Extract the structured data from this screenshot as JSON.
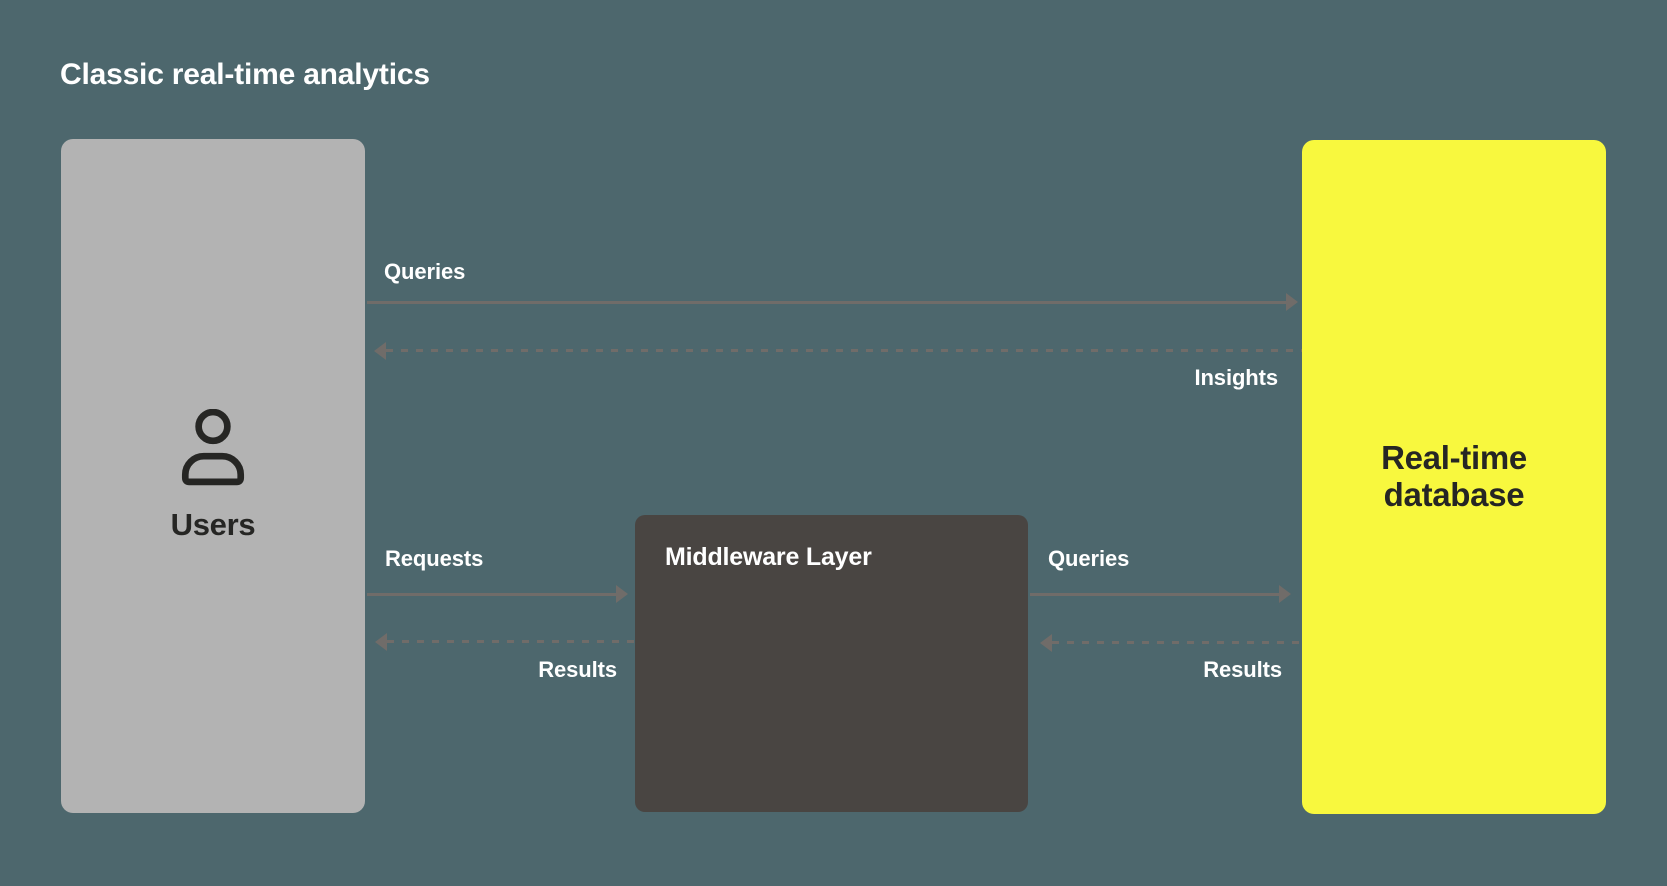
{
  "title": "Classic real-time analytics",
  "nodes": {
    "users": {
      "label": "Users",
      "icon": "person-icon",
      "color": "#b3b3b3"
    },
    "middleware": {
      "label": "Middleware Layer",
      "color": "#494542"
    },
    "database": {
      "label": "Real-time database",
      "color": "#f8f83e"
    }
  },
  "arrows": [
    {
      "label": "Queries",
      "from": "users",
      "to": "database",
      "style": "solid"
    },
    {
      "label": "Insights",
      "from": "database",
      "to": "users",
      "style": "dashed"
    },
    {
      "label": "Requests",
      "from": "users",
      "to": "middleware",
      "style": "solid"
    },
    {
      "label": "Results",
      "from": "middleware",
      "to": "users",
      "style": "dashed"
    },
    {
      "label": "Queries",
      "from": "middleware",
      "to": "database",
      "style": "solid"
    },
    {
      "label": "Results",
      "from": "database",
      "to": "middleware",
      "style": "dashed"
    }
  ],
  "colors": {
    "background": "#4d676d",
    "users_box": "#b3b3b3",
    "middleware_box": "#494542",
    "database_box": "#f8f83e",
    "arrow": "#706c69",
    "label_text": "#ffffff",
    "dark_text": "#262624"
  }
}
